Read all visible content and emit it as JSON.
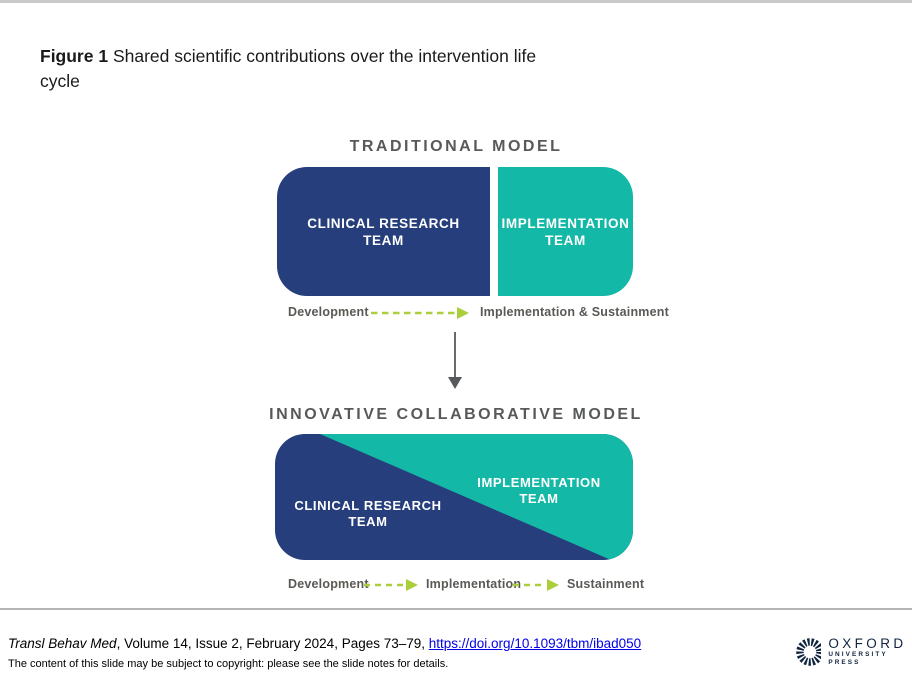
{
  "title": {
    "label": "Figure 1",
    "text": " Shared scientific contributions over the intervention life",
    "line2": "cycle"
  },
  "colors": {
    "navy": "#263e7b",
    "teal": "#14b8a7",
    "green": "#abce3b",
    "heading_gray": "#58595b",
    "label_gray": "#5b5955",
    "oxford_navy": "#10243f",
    "link_blue": "#0000e8"
  },
  "diagram": {
    "traditional": {
      "heading": "TRADITIONAL MODEL",
      "clinical_box": {
        "line1": "CLINICAL RESEARCH",
        "line2": "TEAM"
      },
      "implementation_box": {
        "line1": "IMPLEMENTATION",
        "line2": "TEAM"
      },
      "timeline": {
        "left": "Development",
        "right": "Implementation & Sustainment"
      }
    },
    "innovative": {
      "heading": "INNOVATIVE COLLABORATIVE MODEL",
      "clinical_box": {
        "line1": "CLINICAL RESEARCH",
        "line2": "TEAM"
      },
      "implementation_box": {
        "line1": "IMPLEMENTATION",
        "line2": "TEAM"
      },
      "timeline": {
        "stage1": "Development",
        "stage2": "Implementation",
        "stage3": "Sustainment"
      }
    }
  },
  "footer": {
    "journal": "Transl Behav Med",
    "citation": ", Volume 14, Issue 2, February 2024, Pages 73–79, ",
    "doi": "https://doi.org/10.1093/tbm/ibad050",
    "copyright": "The content of this slide may be subject to copyright: please see the slide notes for details.",
    "logo": {
      "name": "OXFORD",
      "sub": "UNIVERSITY PRESS"
    }
  }
}
